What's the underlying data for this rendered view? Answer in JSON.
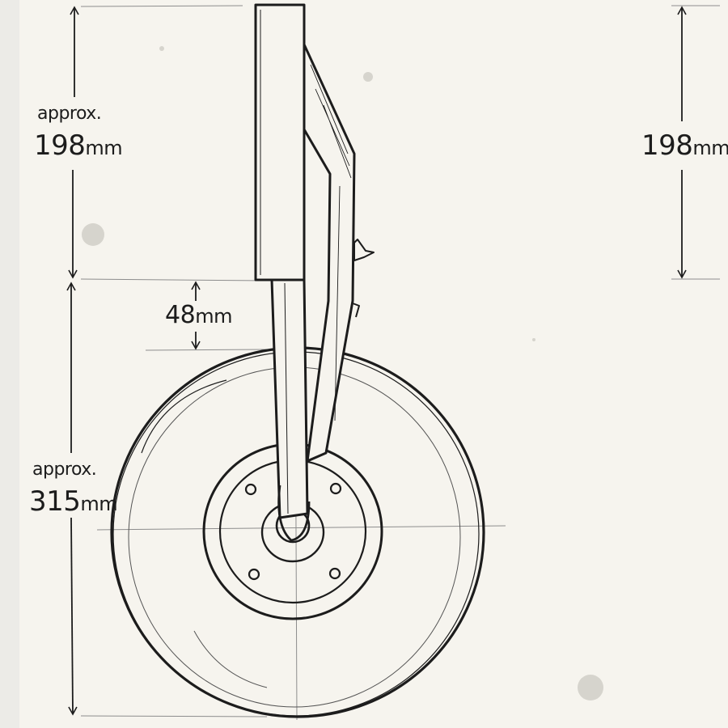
{
  "drawing": {
    "subject": "landing-gear-wheel-sketch",
    "colors": {
      "paper": "#f6f4ee",
      "ink": "#1c1c1c",
      "guide": "#8d8d8d"
    }
  },
  "dimensions": {
    "upper_left": {
      "prefix": "approx.",
      "value": "198",
      "unit": "mm"
    },
    "upper_right": {
      "value": "198",
      "unit": "mm"
    },
    "gap": {
      "value": "48",
      "unit": "mm"
    },
    "wheel": {
      "prefix": "approx.",
      "value": "315",
      "unit": "mm"
    }
  }
}
